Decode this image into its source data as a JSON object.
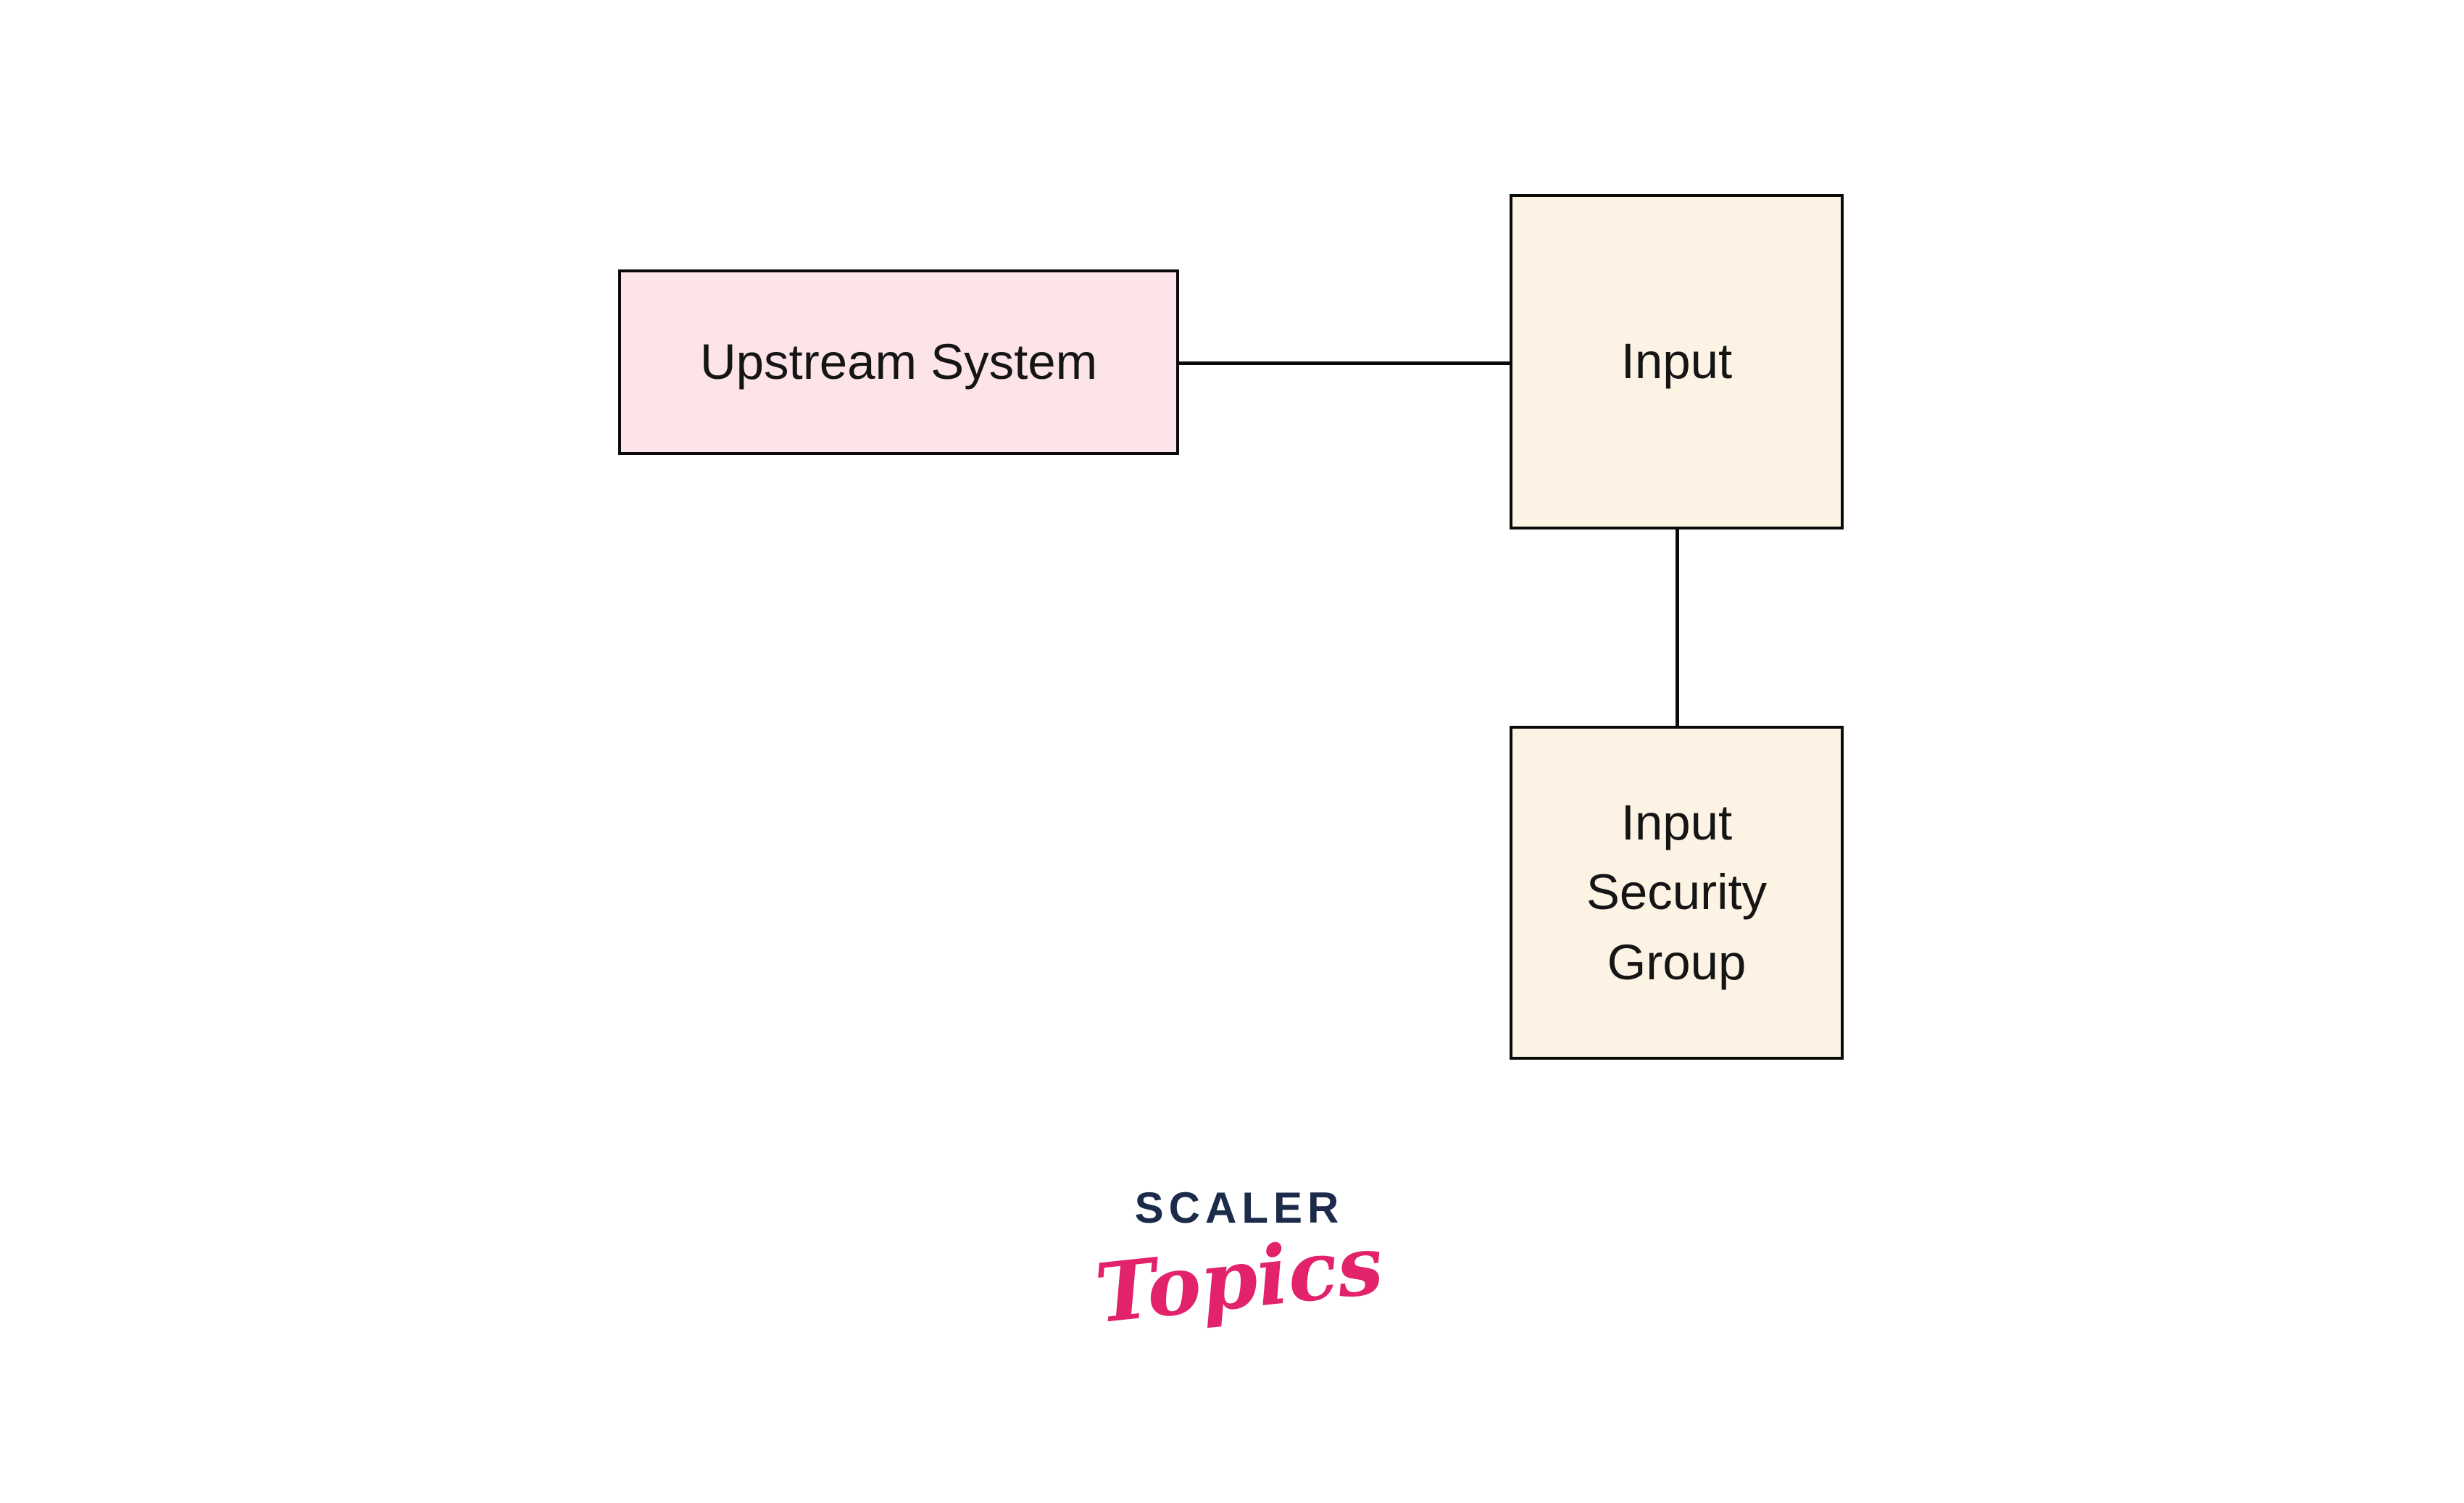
{
  "diagram": {
    "background_color": "#ffffff",
    "border_color": "#0a0a0a",
    "text_color": "#151515",
    "nodes": [
      {
        "id": "upstream-system",
        "label": "Upstream System",
        "fill": "#fce4e9"
      },
      {
        "id": "input",
        "label": "Input",
        "fill": "#fdf3e4"
      },
      {
        "id": "input-security-group",
        "label": "Input\nSecurity\nGroup",
        "fill": "#fdf3e4"
      }
    ],
    "connectors": [
      {
        "id": "upstream-to-input",
        "from": "upstream-system",
        "to": "input",
        "orientation": "horizontal",
        "color": "#0a0a0a"
      },
      {
        "id": "input-to-input-security-group",
        "from": "input",
        "to": "input-security-group",
        "orientation": "vertical",
        "color": "#0a0a0a"
      }
    ]
  },
  "logo": {
    "brand": "SCALER",
    "sub": "Topics",
    "brand_color": "#1c2b4a",
    "accent_color": "#e2226b"
  }
}
